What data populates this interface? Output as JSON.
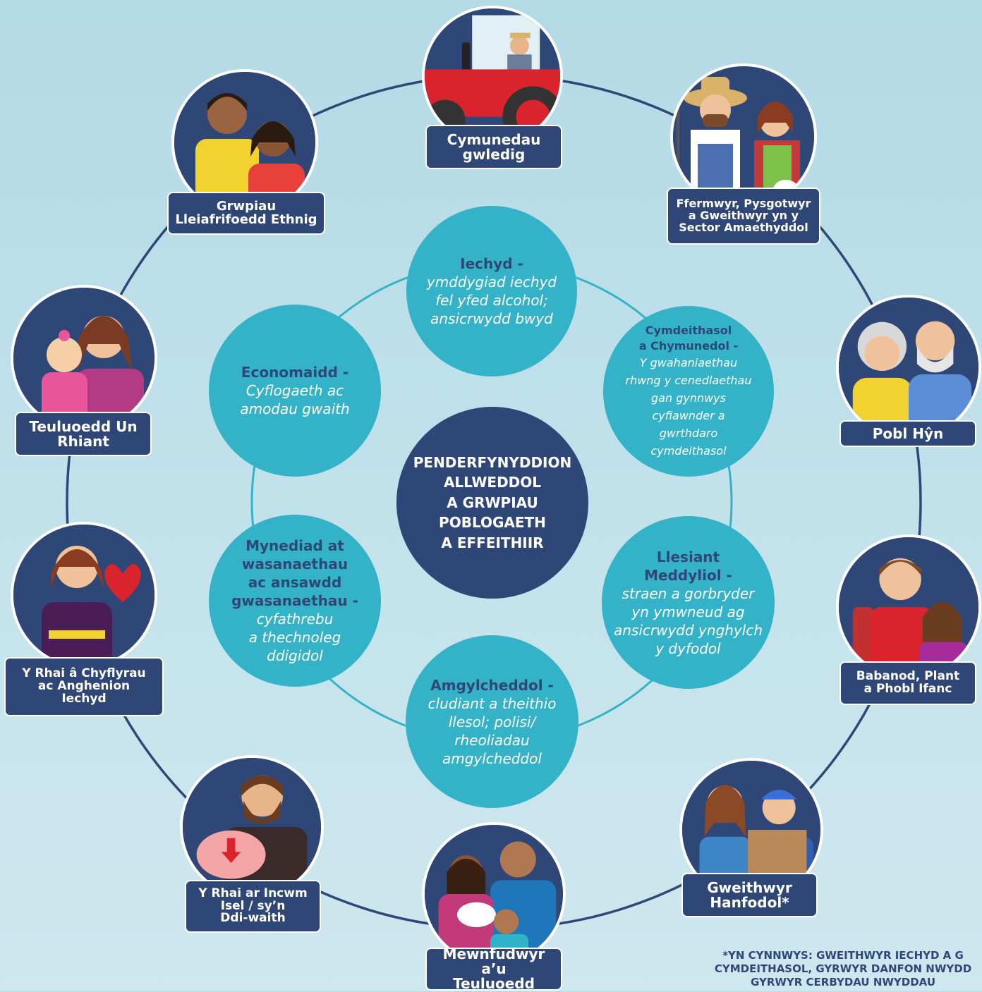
{
  "colors": {
    "navy": "#2f4777",
    "teal": "#34b3c8",
    "background": "#bfe0ea",
    "ring": "#2f4777"
  },
  "center": "PENDERFYNYDDION\nALLWEDDOL\nA GRWPIAU\nPOBLOGAETH\nA EFFEITHIIR",
  "determinants": [
    {
      "title": "Iechyd -",
      "desc": "ymddygiad iechyd\nfel yfed alcohol;\nansicrwydd bwyd"
    },
    {
      "title": "Cymdeithasol\na Chymunedol -",
      "desc": "Y gwahaniaethau\nrhwng y cenedlaethau\ngan gynnwys\ncyfiawnder a\ngwrthdaro\ncymdeithasol"
    },
    {
      "title": "Llesiant\nMeddyliol -",
      "desc": "straen a gorbryder\nyn ymwneud ag\nansicrwydd ynghylch\ny dyfodol"
    },
    {
      "title": "Amgylcheddol -",
      "desc": "cludiant a theithio\nllesol; polisi/\nrheoliadau\namgylcheddol"
    },
    {
      "title": "Mynediad at\nwasanaethau\nac ansawdd\ngwasanaethau -",
      "desc": "cyfathrebu\na thechnoleg\nddigidol"
    },
    {
      "title": "Economaidd -",
      "desc": "Cyflogaeth ac\namodau gwaith"
    }
  ],
  "groups": [
    {
      "label": "Cymunedau\ngwledig",
      "icon": "tractor-farmer-icon"
    },
    {
      "label": "Ffermwyr, Pysgotwyr\na Gweithwyr yn y\nSector Amaethyddol",
      "icon": "farmers-icon"
    },
    {
      "label": "Pobl Hŷn",
      "icon": "older-couple-icon"
    },
    {
      "label": "Babanod, Plant\na Phobl Ifanc",
      "icon": "young-people-icon"
    },
    {
      "label": "Gweithwyr\nHanfodol*",
      "icon": "essential-workers-icon"
    },
    {
      "label": "Mewnfudwyr a’u\nTeuluoedd",
      "icon": "migrant-family-icon"
    },
    {
      "label": "Y Rhai ar Incwm\nIsel / sy’n\nDdi-waith",
      "icon": "piggy-bank-man-icon"
    },
    {
      "label": "Y Rhai â Chyflyrau\nac Anghenion\nIechyd",
      "icon": "health-condition-woman-icon"
    },
    {
      "label": "Teuluoedd Un\nRhiant",
      "icon": "single-parent-icon"
    },
    {
      "label": "Grwpiau\nLleiafrifoedd Ethnig",
      "icon": "ethnic-minority-icon"
    }
  ],
  "footnote": "*YN CYNNWYS: GWEITHWYR IECHYD A G\nCYMDEITHASOL, GYRWYR DANFON NWYDD\nGYRWYR CERBYDAU NWYDDAU"
}
